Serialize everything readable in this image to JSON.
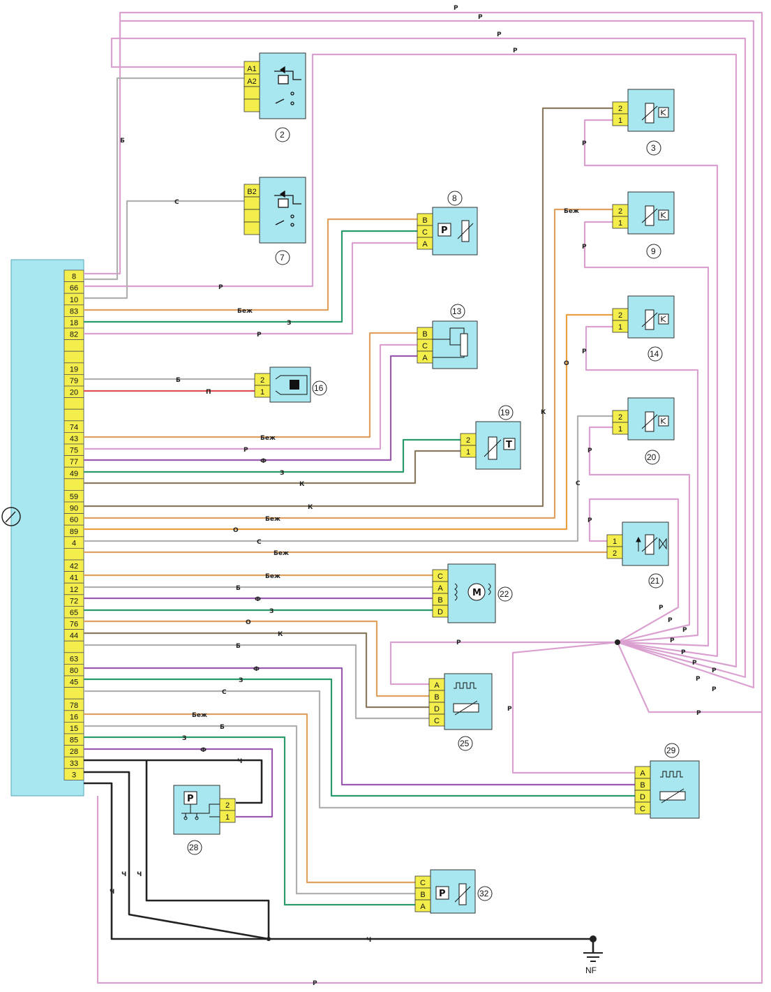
{
  "colors": {
    "ecu_fill": "#a8e6f0",
    "pin_fill": "#f4ee4c",
    "component_fill": "#a8e6f0",
    "pink": "#d9a0d0",
    "grey": "#b0b0b0",
    "beige": "#e0a060",
    "green": "#2a9a6a",
    "violet": "#9a5ab0",
    "red": "#e05050",
    "brown": "#8a7a60",
    "black": "#222222"
  },
  "ecu": {
    "pins": [
      "8",
      "66",
      "10",
      "83",
      "18",
      "82",
      "",
      "",
      "19",
      "79",
      "20",
      "",
      "",
      "74",
      "43",
      "75",
      "77",
      "49",
      "",
      "59",
      "90",
      "60",
      "89",
      "4",
      "",
      "42",
      "41",
      "12",
      "72",
      "65",
      "76",
      "44",
      "",
      "63",
      "80",
      "45",
      "",
      "78",
      "16",
      "15",
      "85",
      "28",
      "33",
      "3"
    ]
  },
  "wire_labels": {
    "p": "Р",
    "b": "Б",
    "s": "С",
    "bezh": "Беж",
    "z": "З",
    "pink_red": "П",
    "f": "Ф",
    "k": "К",
    "o": "О",
    "ch": "Ч"
  },
  "components": {
    "c2": {
      "id": "2",
      "pins": [
        "A1",
        "A2",
        "",
        ""
      ]
    },
    "c7": {
      "id": "7",
      "pins": [
        "B2",
        "",
        "",
        ""
      ]
    },
    "c8": {
      "id": "8",
      "pins": [
        "B",
        "C",
        "A"
      ],
      "symbol": "P"
    },
    "c13": {
      "id": "13",
      "pins": [
        "B",
        "C",
        "A"
      ]
    },
    "c16": {
      "id": "16",
      "pins": [
        "2",
        "1"
      ]
    },
    "c19": {
      "id": "19",
      "pins": [
        "2",
        "1"
      ],
      "symbol": "T"
    },
    "c3": {
      "id": "3",
      "pins": [
        "2",
        "1"
      ]
    },
    "c9": {
      "id": "9",
      "pins": [
        "2",
        "1"
      ]
    },
    "c14": {
      "id": "14",
      "pins": [
        "2",
        "1"
      ]
    },
    "c20": {
      "id": "20",
      "pins": [
        "2",
        "1"
      ]
    },
    "c21": {
      "id": "21",
      "pins": [
        "1",
        "2"
      ]
    },
    "c22": {
      "id": "22",
      "pins": [
        "C",
        "A",
        "B",
        "D"
      ],
      "symbol": "M"
    },
    "c25": {
      "id": "25",
      "pins": [
        "A",
        "B",
        "D",
        "C"
      ]
    },
    "c29": {
      "id": "29",
      "pins": [
        "A",
        "B",
        "D",
        "C"
      ]
    },
    "c28": {
      "id": "28",
      "pins": [
        "2",
        "1"
      ],
      "symbol": "P"
    },
    "c32": {
      "id": "32",
      "pins": [
        "C",
        "B",
        "A"
      ],
      "symbol": "P"
    }
  },
  "ground": {
    "label": "NF"
  }
}
